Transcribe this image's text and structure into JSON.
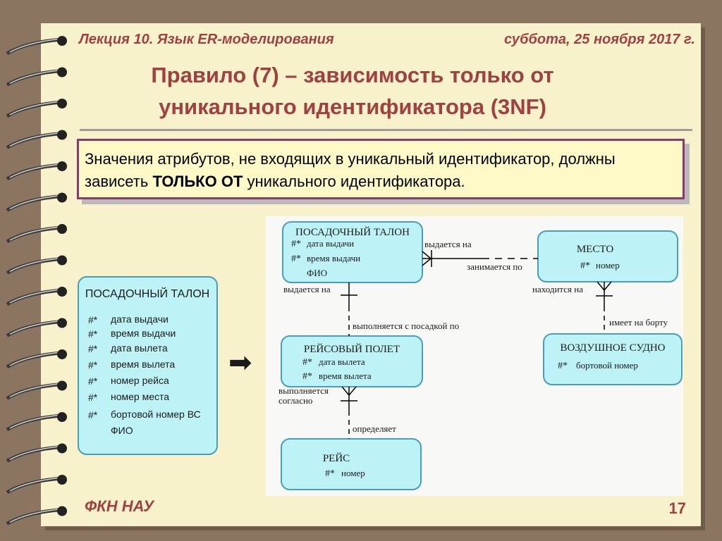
{
  "header": {
    "lecture": "Лекция 10.  Язык ER-моделирования",
    "date": "суббота, 25 ноября 2017 г."
  },
  "title": {
    "line1": "Правило (7) – зависимость только от",
    "line2": "уникального идентификатора (3NF)"
  },
  "rule": {
    "part1": "Значения атрибутов, не входящих в уникальный идентификатор, должны зависеть ",
    "emphasis": "ТОЛЬКО ОТ",
    "part2": " уникального идентификатора."
  },
  "left_entity": {
    "name": "ПОСАДОЧНЫЙ ТАЛОН",
    "attributes": [
      {
        "mark": "#*",
        "label": "дата выдачи"
      },
      {
        "mark": "#*",
        "label": "время выдачи"
      },
      {
        "mark": "#*",
        "label": "дата вылета"
      },
      {
        "mark": "#*",
        "label": "время вылета"
      },
      {
        "mark": "#*",
        "label": "номер рейса"
      },
      {
        "mark": "#*",
        "label": "номер места"
      },
      {
        "mark": "#*",
        "label": "бортовой номер ВС"
      },
      {
        "mark": "",
        "label": "ФИО"
      }
    ]
  },
  "arrow": {
    "symbol": "➡"
  },
  "entities": {
    "boarding": {
      "name": "ПОСАДОЧНЫЙ ТАЛОН",
      "attributes": [
        {
          "mark": "#*",
          "label": "дата выдачи"
        },
        {
          "mark": "#*",
          "label": "время выдачи"
        },
        {
          "mark": "",
          "label": "ФИО"
        }
      ]
    },
    "seat": {
      "name": "МЕСТО",
      "attributes": [
        {
          "mark": "#*",
          "label": "номер"
        }
      ]
    },
    "flight": {
      "name": "РЕЙСОВЫЙ ПОЛЕТ",
      "attributes": [
        {
          "mark": "#*",
          "label": "дата вылета"
        },
        {
          "mark": "#*",
          "label": "время вылета"
        }
      ]
    },
    "aircraft": {
      "name": "ВОЗДУШНОЕ СУДНО",
      "attributes": [
        {
          "mark": "#*",
          "label": "бортовой номер"
        }
      ]
    },
    "route": {
      "name": "РЕЙС",
      "attributes": [
        {
          "mark": "#*",
          "label": "номер"
        }
      ]
    }
  },
  "relationships": {
    "boarding_to_seat": "выдается на",
    "seat_to_boarding": "занимается по",
    "boarding_to_flight": "выдается на",
    "flight_to_boarding": "выполняется с посадкой по",
    "seat_to_aircraft": "находится на",
    "aircraft_to_seat": "имеет на борту",
    "flight_to_route_1": "выполняется",
    "flight_to_route_2": "согласно",
    "route_to_flight": "определяет"
  },
  "footer": {
    "left": "ФКН НАУ",
    "page": "17"
  },
  "colors": {
    "entity_fill": "#bdf2f7",
    "entity_border": "#4a9db8",
    "title_color": "#a04040",
    "rule_border": "#8a3a6a"
  }
}
